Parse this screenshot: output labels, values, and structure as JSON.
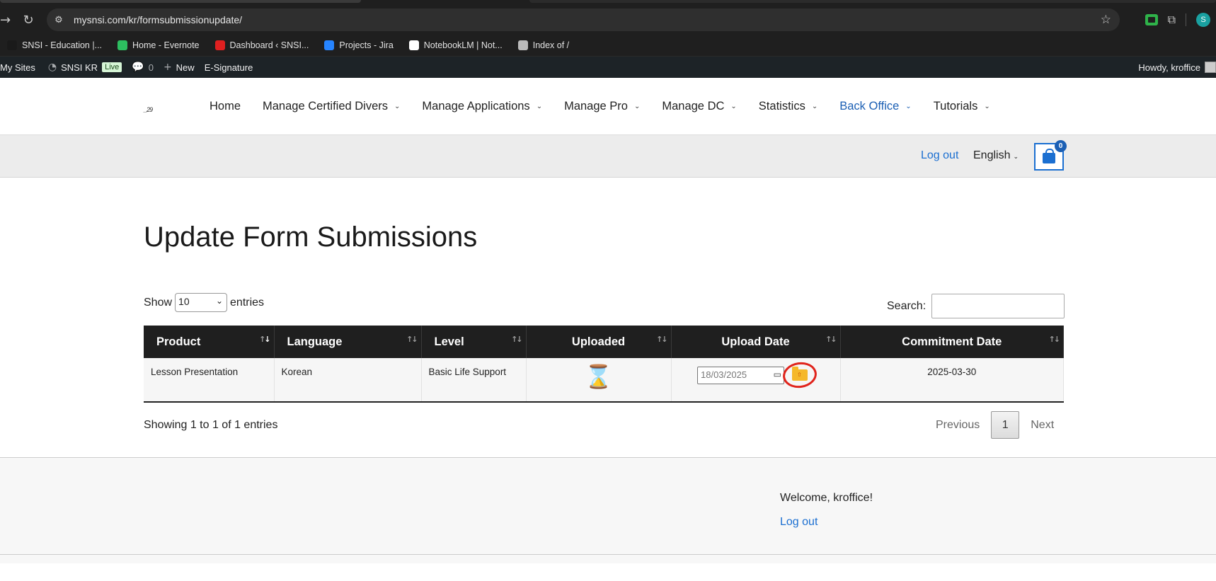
{
  "browser": {
    "url": "mysnsi.com/kr/formsubmissionupdate/",
    "bookmarks": [
      {
        "label": "SNSI - Education |...",
        "color": "#1a1a1a",
        "icon": "snsi-icon"
      },
      {
        "label": "Home - Evernote",
        "color": "#2dbe60",
        "icon": "evernote-icon"
      },
      {
        "label": "Dashboard ‹ SNSI...",
        "color": "#e02020",
        "icon": "dashboard-icon"
      },
      {
        "label": "Projects - Jira",
        "color": "#2684ff",
        "icon": "jira-icon"
      },
      {
        "label": "NotebookLM | Not...",
        "color": "#ffffff",
        "icon": "notebooklm-icon"
      },
      {
        "label": "Index of /",
        "color": "#bbbbbb",
        "icon": "globe-icon"
      }
    ],
    "profile_initial": "S"
  },
  "adminbar": {
    "my_sites": "My Sites",
    "site_name": "SNSI KR",
    "live": "Live",
    "comments": "0",
    "new": "New",
    "esignature": "E-Signature",
    "howdy": "Howdy, kroffice"
  },
  "header": {
    "logo": "_29",
    "nav": [
      {
        "label": "Home",
        "dropdown": false
      },
      {
        "label": "Manage Certified Divers",
        "dropdown": true
      },
      {
        "label": "Manage Applications",
        "dropdown": true
      },
      {
        "label": "Manage Pro",
        "dropdown": true
      },
      {
        "label": "Manage DC",
        "dropdown": true
      },
      {
        "label": "Statistics",
        "dropdown": true
      },
      {
        "label": "Back Office",
        "dropdown": true,
        "active": true
      },
      {
        "label": "Tutorials",
        "dropdown": true
      }
    ],
    "logout": "Log out",
    "language": "English",
    "cart_count": "0"
  },
  "main": {
    "title": "Update Form Submissions",
    "show_label": "Show",
    "entries_value": "10",
    "entries_label": "entries",
    "search_label": "Search:",
    "columns": [
      "Product",
      "Language",
      "Level",
      "Uploaded",
      "Upload Date",
      "Commitment Date"
    ],
    "rows": [
      {
        "product": "Lesson Presentation",
        "language": "Korean",
        "level": "Basic Life Support",
        "uploaded": "⌛",
        "upload_date": "18/03/2025",
        "commitment_date": "2025-03-30"
      }
    ],
    "info": "Showing 1 to 1 of 1 entries",
    "pager": {
      "previous": "Previous",
      "current": "1",
      "next": "Next"
    }
  },
  "footer": {
    "welcome": "Welcome, kroffice!",
    "logout": "Log out"
  }
}
